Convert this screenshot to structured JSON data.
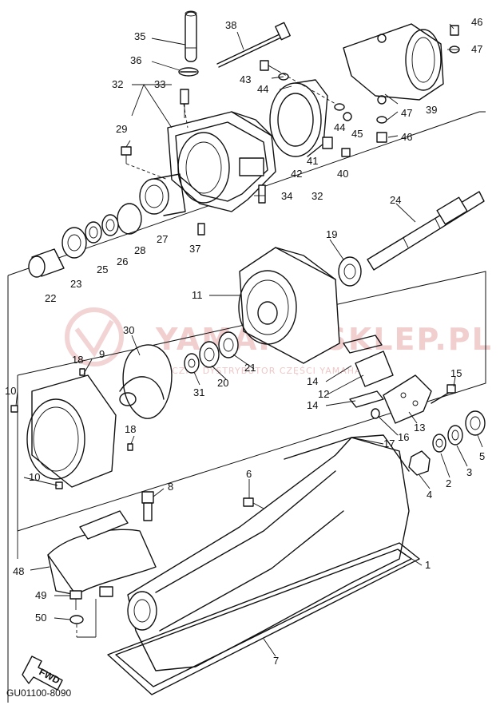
{
  "diagram": {
    "drawing_code": "GU01100-8090",
    "fwd_label": "FWD",
    "watermark": {
      "title": "YAMAHA-SKLEP.PL",
      "subtitle": "WYŁĄCZNY DYSTRYBUTOR CZĘŚCI YAMAHA"
    },
    "callouts": [
      "35",
      "38",
      "36",
      "46",
      "47",
      "33",
      "32",
      "43",
      "44",
      "29",
      "39",
      "47",
      "44",
      "45",
      "46",
      "42",
      "41",
      "40",
      "34",
      "32",
      "24",
      "27",
      "28",
      "26",
      "25",
      "23",
      "37",
      "22",
      "19",
      "11",
      "30",
      "18",
      "9",
      "20",
      "21",
      "31",
      "14",
      "15",
      "12",
      "10",
      "14",
      "13",
      "18",
      "16",
      "17",
      "5",
      "3",
      "2",
      "4",
      "10",
      "8",
      "6",
      "48",
      "1",
      "49",
      "50",
      "7"
    ]
  }
}
